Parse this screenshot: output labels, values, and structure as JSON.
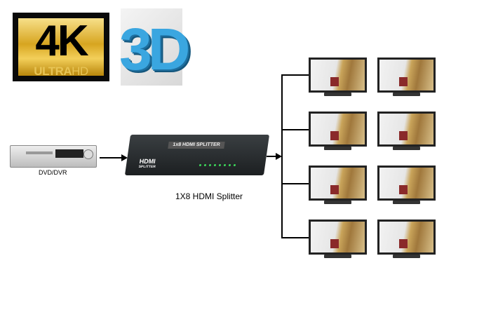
{
  "logos": {
    "uhd": {
      "big": "4K",
      "ultra": "ULTRA",
      "hd": "HD"
    },
    "three_d": "3D"
  },
  "source": {
    "label": "DVD/DVR"
  },
  "splitter": {
    "caption": "1X8 HDMI Splitter",
    "plate_text": "1x8 HDMI SPLITTER",
    "brand": "HDMI",
    "brand_sub": "SPLITTER",
    "led_count": 8
  },
  "displays": {
    "count": 8,
    "rows": 4,
    "columns": 2
  }
}
